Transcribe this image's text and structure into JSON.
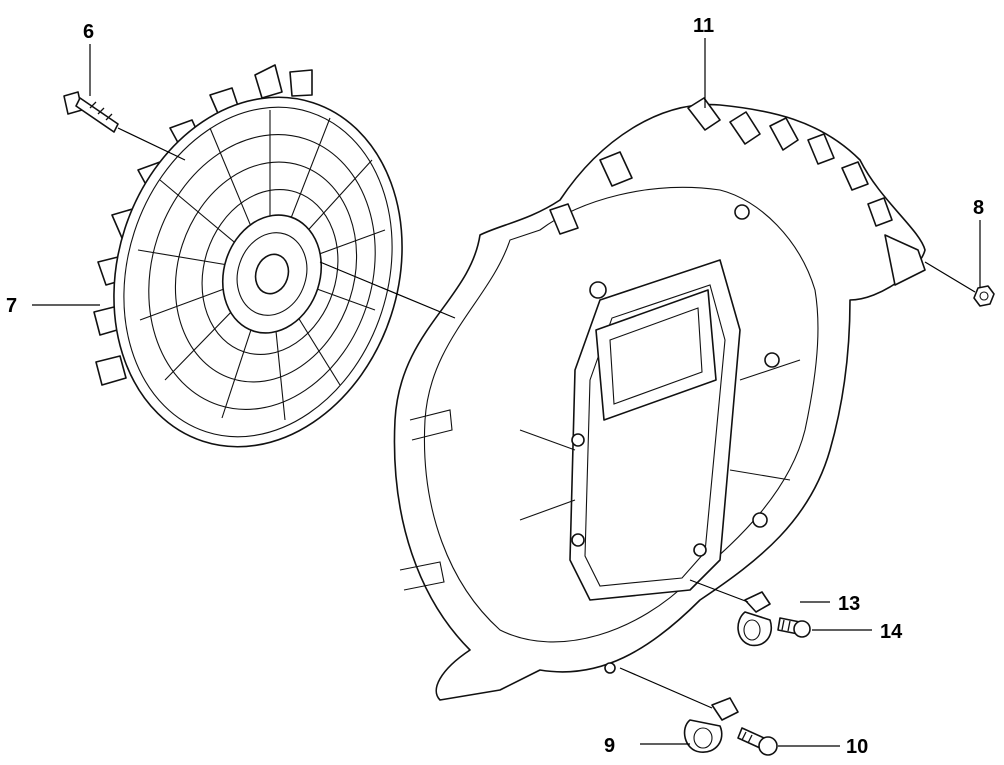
{
  "callouts": {
    "c6": "6",
    "c7": "7",
    "c8": "8",
    "c9": "9",
    "c10": "10",
    "c11": "11",
    "c13": "13",
    "c14": "14"
  },
  "icons": {
    "bolt": "bolt-icon",
    "fan": "fan-wheel-icon",
    "housing": "fan-housing-icon",
    "nut": "nut-icon",
    "clamp": "cable-clamp-icon",
    "screw": "screw-icon"
  },
  "colors": {
    "line": "#111111",
    "background": "#ffffff"
  }
}
